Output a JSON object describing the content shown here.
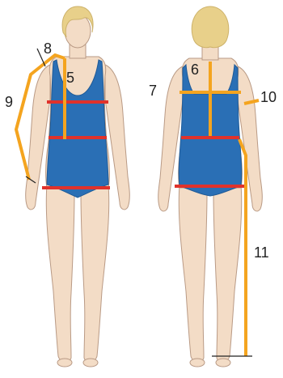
{
  "labels": {
    "l5": "5",
    "l6": "6",
    "l7": "7",
    "l8": "8",
    "l9": "9",
    "l10": "10",
    "l11": "11"
  },
  "colors": {
    "skin": "#f3dcc6",
    "skin_shadow": "#e3c0a3",
    "outline": "#b99a85",
    "swimsuit": "#2a6fb5",
    "swimsuit_dark": "#1f5a96",
    "hair": "#e8d08a",
    "hair_shadow": "#cdb26a",
    "measure_red": "#e0322b",
    "measure_orange": "#f4a41f",
    "ink": "#222222"
  },
  "figures": [
    "front-view",
    "back-view"
  ]
}
